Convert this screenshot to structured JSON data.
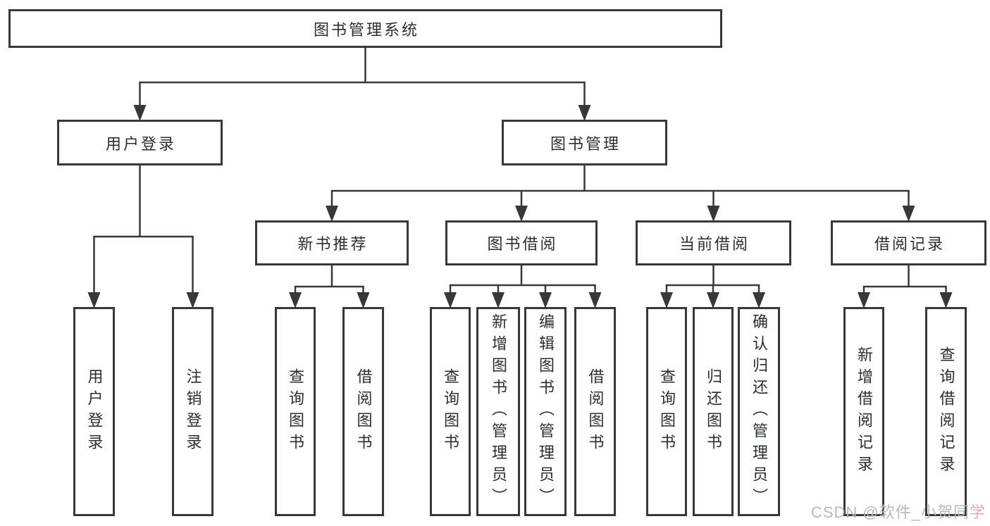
{
  "diagram": {
    "line_color": "#38383a",
    "nodes": {
      "root": {
        "label": "图书管理系统",
        "children": [
          "login",
          "mgmt"
        ]
      },
      "login": {
        "label": "用户登录",
        "children": [
          "user-login",
          "logout"
        ]
      },
      "mgmt": {
        "label": "图书管理",
        "children": [
          "new-books",
          "book-borrow",
          "current-borrow",
          "borrow-records"
        ]
      },
      "new-books": {
        "label": "新书推荐",
        "children": [
          "nb-query",
          "nb-borrow"
        ]
      },
      "book-borrow": {
        "label": "图书借阅",
        "children": [
          "bb-query",
          "bb-add",
          "bb-edit",
          "bb-borrow"
        ]
      },
      "current-borrow": {
        "label": "当前借阅",
        "children": [
          "cb-query",
          "cb-return",
          "cb-confirm"
        ]
      },
      "borrow-records": {
        "label": "借阅记录",
        "children": [
          "br-add",
          "br-query"
        ]
      },
      "user-login": {
        "label": "用户登录"
      },
      "logout": {
        "label": "注销登录"
      },
      "nb-query": {
        "label": "查询图书"
      },
      "nb-borrow": {
        "label": "借阅图书"
      },
      "bb-query": {
        "label": "查询图书"
      },
      "bb-add": {
        "label": "新增图书（管理员）"
      },
      "bb-edit": {
        "label": "编辑图书（管理员）"
      },
      "bb-borrow": {
        "label": "借阅图书"
      },
      "cb-query": {
        "label": "查询图书"
      },
      "cb-return": {
        "label": "归还图书"
      },
      "cb-confirm": {
        "label": "确认归还（管理员）"
      },
      "br-add": {
        "label": "新增借阅记录"
      },
      "br-query": {
        "label": "查询借阅记录"
      }
    }
  },
  "watermark": {
    "prefix": "CSDN @软件_小贺同",
    "accent": "学"
  }
}
